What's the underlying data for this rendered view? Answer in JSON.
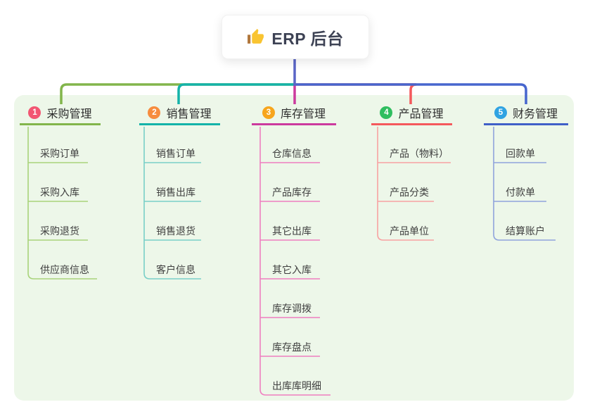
{
  "root": {
    "title": "ERP 后台",
    "icon": "thumbs-up-icon"
  },
  "colors": {
    "canvas_bg": "#ffffff",
    "panel_bg": "#edf7e9",
    "root_stem": "#5a65c6",
    "root_text": "#3d4254",
    "branch_title_text": "#2e2e2e",
    "child_text": "#3f3f3f"
  },
  "branches": [
    {
      "index": "1",
      "title": "采购管理",
      "badge_color": "#f25672",
      "line_color": "#82b54b",
      "child_line_color": "#a9d37b",
      "children": [
        "采购订单",
        "采购入库",
        "采购退货",
        "供应商信息"
      ]
    },
    {
      "index": "2",
      "title": "销售管理",
      "badge_color": "#f78c3e",
      "line_color": "#14b3a9",
      "child_line_color": "#79cfc8",
      "children": [
        "销售订单",
        "销售出库",
        "销售退货",
        "客户信息"
      ]
    },
    {
      "index": "3",
      "title": "库存管理",
      "badge_color": "#f7a51c",
      "line_color": "#cc3a9e",
      "child_line_color": "#ef7fc0",
      "children": [
        "仓库信息",
        "产品库存",
        "其它出库",
        "其它入库",
        "库存调拨",
        "库存盘点",
        "出库库明细"
      ]
    },
    {
      "index": "4",
      "title": "产品管理",
      "badge_color": "#2fbe5f",
      "line_color": "#f4595c",
      "child_line_color": "#f8a2a2",
      "children": [
        "产品（物料）",
        "产品分类",
        "产品单位"
      ]
    },
    {
      "index": "5",
      "title": "财务管理",
      "badge_color": "#30a3e2",
      "line_color": "#4766ce",
      "child_line_color": "#90a4dc",
      "children": [
        "回款单",
        "付款单",
        "结算账户"
      ]
    }
  ]
}
